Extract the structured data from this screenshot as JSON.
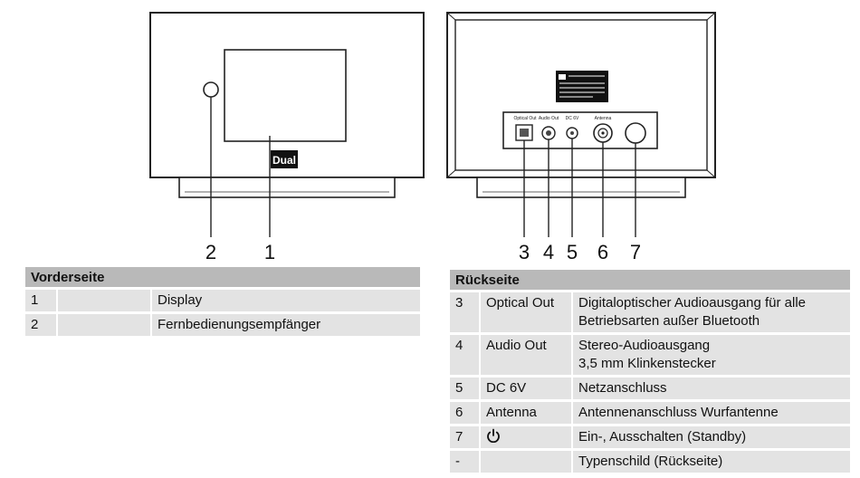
{
  "callouts": {
    "front": [
      "2",
      "1"
    ],
    "back": [
      "3",
      "4",
      "5",
      "6",
      "7"
    ]
  },
  "device": {
    "front_logo": "Dual",
    "port_labels": [
      "Optical Out",
      "Audio Out",
      "DC 6V",
      "Antenna"
    ]
  },
  "front_table": {
    "title": "Vorderseite",
    "rows": [
      {
        "num": "1",
        "code": "",
        "desc": "Display"
      },
      {
        "num": "2",
        "code": "",
        "desc": "Fernbedienungsempfänger"
      }
    ]
  },
  "back_table": {
    "title": "Rückseite",
    "rows": [
      {
        "num": "3",
        "code": "Optical Out",
        "desc": [
          "Digitaloptischer Audioausgang für alle",
          "Betriebsarten außer Bluetooth"
        ]
      },
      {
        "num": "4",
        "code": "Audio Out",
        "desc": [
          "Stereo-Audioausgang",
          "3,5 mm Klinkenstecker"
        ]
      },
      {
        "num": "5",
        "code": "DC 6V",
        "desc": [
          "Netzanschluss"
        ]
      },
      {
        "num": "6",
        "code": "Antenna",
        "desc": [
          "Antennenanschluss Wurfantenne"
        ]
      },
      {
        "num": "7",
        "code": "",
        "icon": "power-icon",
        "desc": [
          "Ein-, Ausschalten (Standby)"
        ]
      },
      {
        "num": "-",
        "code": "",
        "desc": [
          "Typenschild (Rückseite)"
        ]
      }
    ]
  }
}
